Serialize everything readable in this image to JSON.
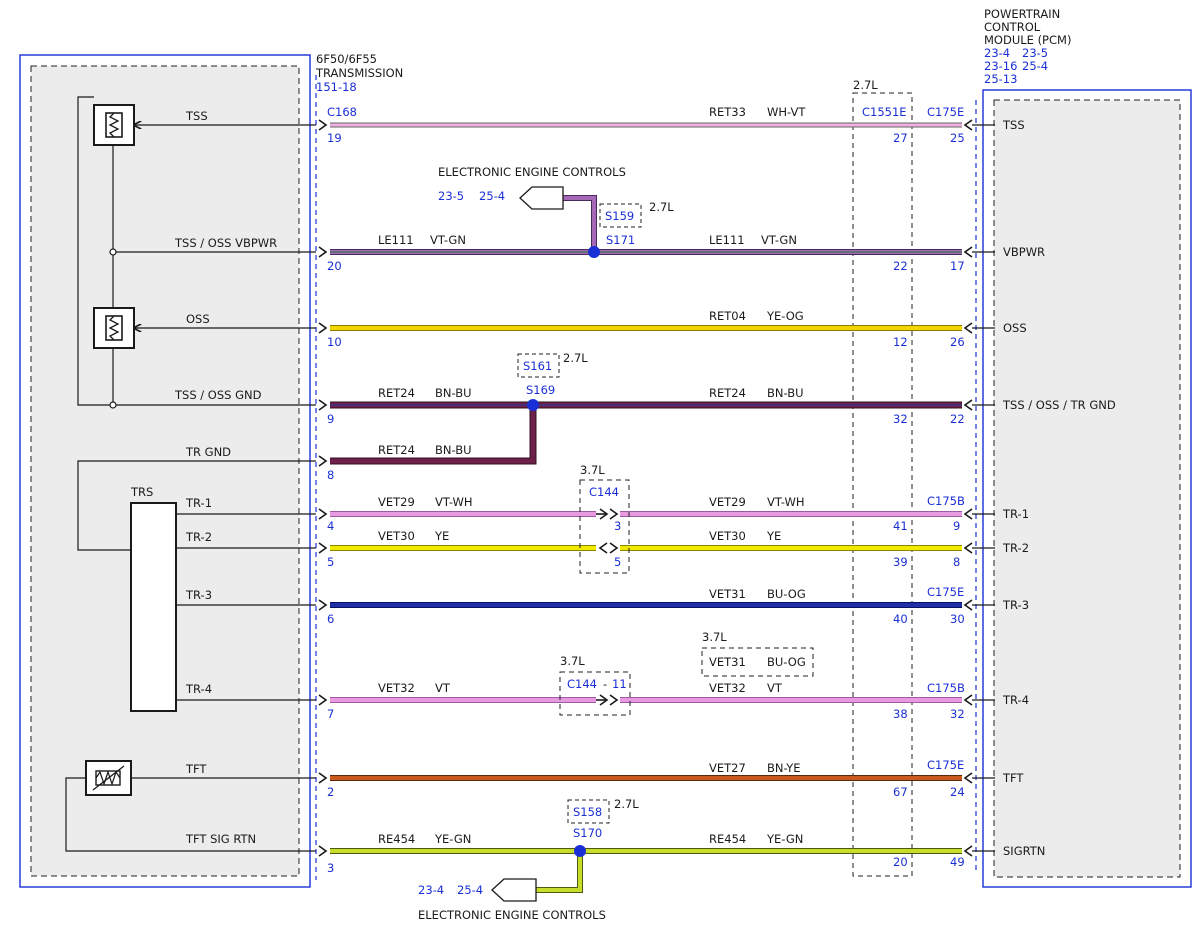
{
  "colors": {
    "frame_blue": "#1a2fd6",
    "link_blue": "#1a2fd6",
    "module_fill": "#ececec",
    "text": "#1a1a1a"
  },
  "transmission": {
    "name1": "6F50/6F55",
    "name2": "TRANSMISSION",
    "ref": "151-18",
    "labels": {
      "tss": "TSS",
      "tss_oss_vbpwr": "TSS / OSS VBPWR",
      "oss": "OSS",
      "tss_oss_gnd": "TSS / OSS GND",
      "tr_gnd": "TR GND",
      "trs": "TRS",
      "tr1": "TR-1",
      "tr2": "TR-2",
      "tr3": "TR-3",
      "tr4": "TR-4",
      "tft": "TFT",
      "tft_sig_rtn": "TFT SIG RTN"
    }
  },
  "pcm": {
    "name1": "POWERTRAIN",
    "name2": "CONTROL",
    "name3": "MODULE (PCM)",
    "refs_row1_a": "23-4",
    "refs_row1_b": "23-5",
    "refs_row2_a": "23-16",
    "refs_row2_b": "25-4",
    "refs_row3_a": "25-13",
    "labels": {
      "tss": "TSS",
      "vbpwr": "VBPWR",
      "oss": "OSS",
      "gnd": "TSS / OSS / TR GND",
      "tr1": "TR-1",
      "tr2": "TR-2",
      "tr3": "TR-3",
      "tr4": "TR-4",
      "tft": "TFT",
      "sigrtn": "SIGRTN"
    }
  },
  "connectors": {
    "c168": "C168",
    "c1551e": "C1551E",
    "c175e_1": "C175E",
    "c175b_1": "C175B",
    "c175e_2": "C175E",
    "c175b_2": "C175B",
    "c175e_3": "C175E",
    "c144_1": "C144",
    "c144_2": "C144",
    "c144_pin11": "11"
  },
  "options": {
    "box_27l": "2.7L",
    "s159_27l": "2.7L",
    "s161_27l": "2.7L",
    "c144_37l_1": "3.7L",
    "vet31_37l": "3.7L",
    "c144_37l_2": "3.7L",
    "s158_27l": "2.7L"
  },
  "splices": {
    "s159": "S159",
    "s171": "S171",
    "s161": "S161",
    "s169": "S169",
    "s158": "S158",
    "s170": "S170"
  },
  "eec_top": {
    "title": "ELECTRONIC ENGINE CONTROLS",
    "ref_a": "23-5",
    "ref_b": "25-4"
  },
  "eec_bottom": {
    "title": "ELECTRONIC ENGINE CONTROLS",
    "ref_a": "23-4",
    "ref_b": "25-4"
  },
  "circuits": [
    {
      "circuit_l": "",
      "color_l": "",
      "circuit_r": "RET33",
      "color_r": "WH-VT",
      "pin_trans": "19",
      "pin_c1551e": "27",
      "pin_pcm": "25",
      "wire_color": "#f0b0e0"
    },
    {
      "circuit_l": "LE111",
      "color_l": "VT-GN",
      "circuit_r": "LE111",
      "color_r": "VT-GN",
      "pin_trans": "20",
      "pin_c1551e": "22",
      "pin_pcm": "17",
      "wire_color": "#a46ab8"
    },
    {
      "circuit_l": "",
      "color_l": "",
      "circuit_r": "RET04",
      "color_r": "YE-OG",
      "pin_trans": "10",
      "pin_c1551e": "12",
      "pin_pcm": "26",
      "wire_color": "#f2d400"
    },
    {
      "circuit_l": "RET24",
      "color_l": "BN-BU",
      "circuit_r": "RET24",
      "color_r": "BN-BU",
      "pin_trans": "9",
      "pin_c1551e": "32",
      "pin_pcm": "22",
      "wire_color": "#6e1f4a"
    },
    {
      "circuit_l": "RET24",
      "color_l": "BN-BU",
      "pin_trans": "8",
      "wire_color": "#6e1f4a"
    },
    {
      "circuit_l": "VET29",
      "color_l": "VT-WH",
      "circuit_r": "VET29",
      "color_r": "VT-WH",
      "pin_trans": "4",
      "pin_c144": "3",
      "pin_c1551e": "41",
      "pin_pcm": "9",
      "wire_color": "#e89ae0"
    },
    {
      "circuit_l": "VET30",
      "color_l": "YE",
      "circuit_r": "VET30",
      "color_r": "YE",
      "pin_trans": "5",
      "pin_c144": "5",
      "pin_c1551e": "39",
      "pin_pcm": "8",
      "wire_color": "#f0ea00"
    },
    {
      "circuit_r": "VET31",
      "color_r": "BU-OG",
      "pin_trans": "6",
      "pin_c1551e": "40",
      "pin_pcm": "30",
      "wire_color": "#1f2fa8"
    },
    {
      "circuit_l": "VET32",
      "color_l": "VT",
      "circuit_r": "VET32",
      "color_r": "VT",
      "pin_trans": "7",
      "pin_c1551e": "38",
      "pin_pcm": "32",
      "alt_circuit": "VET31",
      "alt_color": "BU-OG",
      "wire_color": "#e89ae0"
    },
    {
      "circuit_r": "VET27",
      "color_r": "BN-YE",
      "pin_trans": "2",
      "pin_c1551e": "67",
      "pin_pcm": "24",
      "wire_color": "#c85a1e"
    },
    {
      "circuit_l": "RE454",
      "color_l": "YE-GN",
      "circuit_r": "RE454",
      "color_r": "YE-GN",
      "pin_trans": "3",
      "pin_c1551e": "20",
      "pin_pcm": "49",
      "wire_color": "#c8dc2a"
    }
  ]
}
